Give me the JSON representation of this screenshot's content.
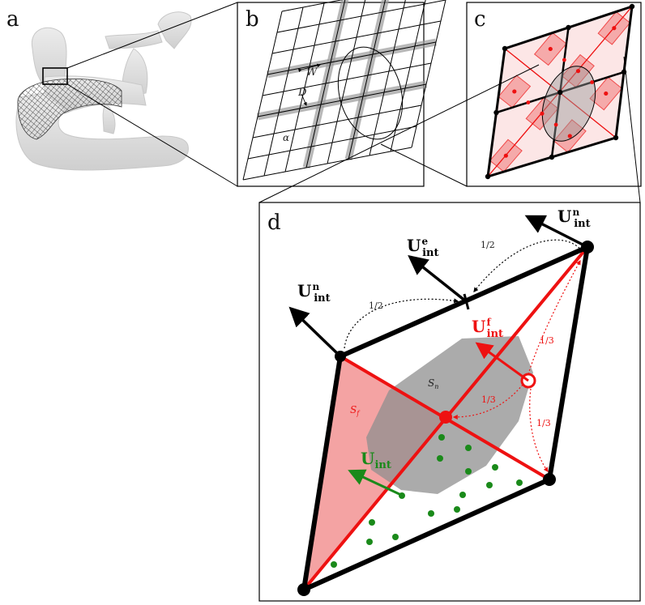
{
  "panels": {
    "a": "a",
    "b": "b",
    "c": "c",
    "d": "d"
  },
  "panel_b": {
    "label_W": "W",
    "label_D": "D",
    "label_alpha": "α"
  },
  "panel_d": {
    "U_node_top": {
      "base": "U",
      "sub": "int",
      "sup": "n"
    },
    "U_node_left": {
      "base": "U",
      "sub": "int",
      "sup": "n"
    },
    "U_edge": {
      "base": "U",
      "sub": "int",
      "sup": "e"
    },
    "U_face": {
      "base": "U",
      "sub": "int",
      "sup": "f"
    },
    "U_int": {
      "base": "U",
      "sub": "int"
    },
    "weight_half_left": "1/2",
    "weight_half_right": "1/2",
    "weight_third_top": "1/3",
    "weight_third_mid": "1/3",
    "weight_third_bottom": "1/3",
    "label_Sn": {
      "base": "S",
      "sub": "n"
    },
    "label_Sf": {
      "base": "S",
      "sub": "f"
    }
  },
  "colors": {
    "red": "#ee1111",
    "pink_fill": "#f4a3a3",
    "gray_fill": "#9a9a9a",
    "green": "#1a8a1a",
    "black": "#000000"
  }
}
